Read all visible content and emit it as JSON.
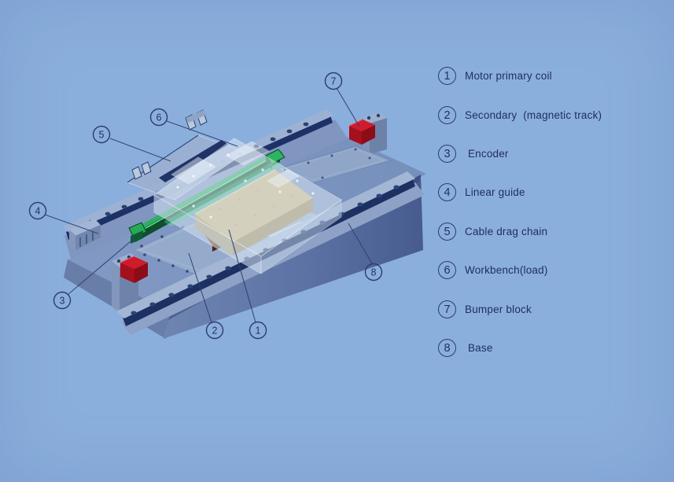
{
  "page": {
    "background_color": "#8bafdd"
  },
  "legend": {
    "items": [
      {
        "number": "1",
        "label": "Motor primary coil"
      },
      {
        "number": "2",
        "label": "Secondary  (magnetic track)"
      },
      {
        "number": "3",
        "label": " Encoder"
      },
      {
        "number": "4",
        "label": "Linear guide"
      },
      {
        "number": "5",
        "label": "Cable drag chain"
      },
      {
        "number": "6",
        "label": "Workbench(load)"
      },
      {
        "number": "7",
        "label": "Bumper block"
      },
      {
        "number": "8",
        "label": " Base"
      }
    ]
  },
  "diagram": {
    "callouts": [
      {
        "number": "1"
      },
      {
        "number": "2"
      },
      {
        "number": "3"
      },
      {
        "number": "4"
      },
      {
        "number": "5"
      },
      {
        "number": "6"
      },
      {
        "number": "7"
      },
      {
        "number": "8"
      }
    ],
    "colors": {
      "background": "#8bafdd",
      "base_top": "#7d94bf",
      "rail_navy": "#1d3166",
      "bumper_red": "#cf1b2b",
      "encoder_green": "#2fae63",
      "load_tan": "#c9b67f",
      "coil_brown": "#74391a",
      "line_navy": "#2e3f6e",
      "text_navy": "#1d2d5e"
    }
  }
}
